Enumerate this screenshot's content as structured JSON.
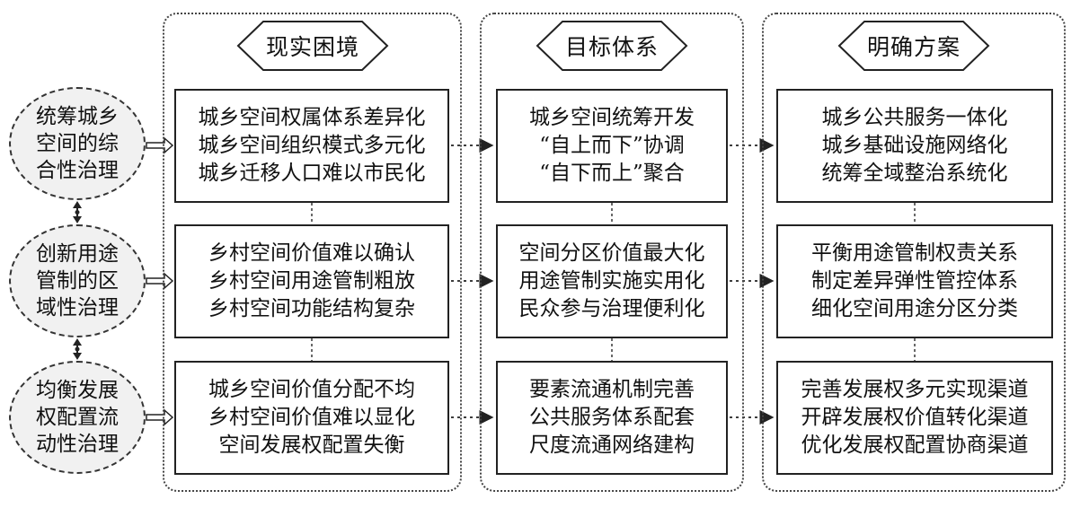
{
  "governance_modes": [
    {
      "lines": [
        "统筹城乡",
        "空间的综",
        "合性治理"
      ]
    },
    {
      "lines": [
        "创新用途",
        "管制的区",
        "域性治理"
      ]
    },
    {
      "lines": [
        "均衡发展",
        "权配置流",
        "动性治理"
      ]
    }
  ],
  "columns": [
    {
      "header": "现实困境",
      "boxes": [
        {
          "lines": [
            "城乡空间权属体系差异化",
            "城乡空间组织模式多元化",
            "城乡迁移人口难以市民化"
          ]
        },
        {
          "lines": [
            "乡村空间价值难以确认",
            "乡村空间用途管制粗放",
            "乡村空间功能结构复杂"
          ]
        },
        {
          "lines": [
            "城乡空间价值分配不均",
            "乡村空间价值难以显化",
            "空间发展权配置失衡"
          ]
        }
      ]
    },
    {
      "header": "目标体系",
      "boxes": [
        {
          "lines": [
            "城乡空间统筹开发",
            "“自上而下”协调",
            "“自下而上”聚合"
          ]
        },
        {
          "lines": [
            "空间分区价值最大化",
            "用途管制实施实用化",
            "民众参与治理便利化"
          ]
        },
        {
          "lines": [
            "要素流通机制完善",
            "公共服务体系配套",
            "尺度流通网络建构"
          ]
        }
      ]
    },
    {
      "header": "明确方案",
      "boxes": [
        {
          "lines": [
            "城乡公共服务一体化",
            "城乡基础设施网络化",
            "统筹全域整治系统化"
          ]
        },
        {
          "lines": [
            "平衡用途管制权责关系",
            "制定差异弹性管控体系",
            "细化空间用途分区分类"
          ]
        },
        {
          "lines": [
            "完善发展权多元实现渠道",
            "开辟发展权价值转化渠道",
            "优化发展权配置协商渠道"
          ]
        }
      ]
    }
  ]
}
